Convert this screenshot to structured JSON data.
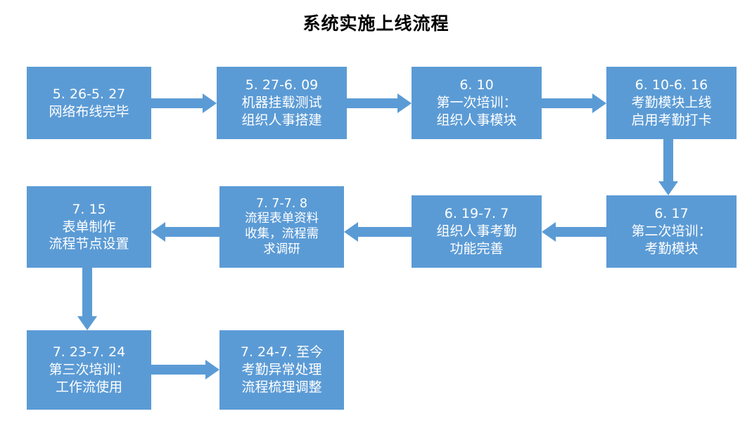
{
  "title": "系统实施上线流程",
  "theme": {
    "box_fill": "#5B9BD5",
    "box_text": "#FFFFFF",
    "arrow_color": "#5B9BD5",
    "title_color": "#000000",
    "background": "#FFFFFF"
  },
  "nodes": [
    {
      "id": "node-1",
      "name": "network-cabling",
      "date": "5. 26-5. 27",
      "line2": "网络布线完毕",
      "line3": "",
      "line4": ""
    },
    {
      "id": "node-2",
      "name": "machine-mount-test",
      "date": "5. 27-6. 09",
      "line2": "机器挂载测试",
      "line3": "组织人事搭建",
      "line4": ""
    },
    {
      "id": "node-3",
      "name": "first-training",
      "date": "6. 10",
      "line2": "第一次培训：",
      "line3": "组织人事模块",
      "line4": ""
    },
    {
      "id": "node-4",
      "name": "attendance-module-launch",
      "date": "6. 10-6. 16",
      "line2": "考勤模块上线",
      "line3": "启用考勤打卡",
      "line4": ""
    },
    {
      "id": "node-5",
      "name": "second-training",
      "date": "6. 17",
      "line2": "第二次培训：",
      "line3": "考勤模块",
      "line4": ""
    },
    {
      "id": "node-6",
      "name": "hr-attendance-refine",
      "date": "6. 19-7. 7",
      "line2": "组织人事考勤",
      "line3": "功能完善",
      "line4": ""
    },
    {
      "id": "node-7",
      "name": "form-data-collection",
      "date": "7. 7-7. 8",
      "line2": "流程表单资料",
      "line3": "收集，流程需",
      "line4": "求调研"
    },
    {
      "id": "node-8",
      "name": "form-build-node-setup",
      "date": "7. 15",
      "line2": "表单制作",
      "line3": "流程节点设置",
      "line4": ""
    },
    {
      "id": "node-9",
      "name": "third-training",
      "date": "7. 23-7. 24",
      "line2": "第三次培训：",
      "line3": "工作流使用",
      "line4": ""
    },
    {
      "id": "node-10",
      "name": "attendance-exception-handling",
      "date": "7. 24-7. 至今",
      "line2": "考勤异常处理",
      "line3": "流程梳理调整",
      "line4": ""
    }
  ],
  "connectors": [
    {
      "id": "arrow-1-2",
      "direction": "right"
    },
    {
      "id": "arrow-2-3",
      "direction": "right"
    },
    {
      "id": "arrow-3-4",
      "direction": "right"
    },
    {
      "id": "arrow-4-5",
      "direction": "down"
    },
    {
      "id": "arrow-5-6",
      "direction": "left"
    },
    {
      "id": "arrow-6-7",
      "direction": "left"
    },
    {
      "id": "arrow-7-8",
      "direction": "left"
    },
    {
      "id": "arrow-8-9",
      "direction": "down"
    },
    {
      "id": "arrow-9-10",
      "direction": "right"
    }
  ]
}
